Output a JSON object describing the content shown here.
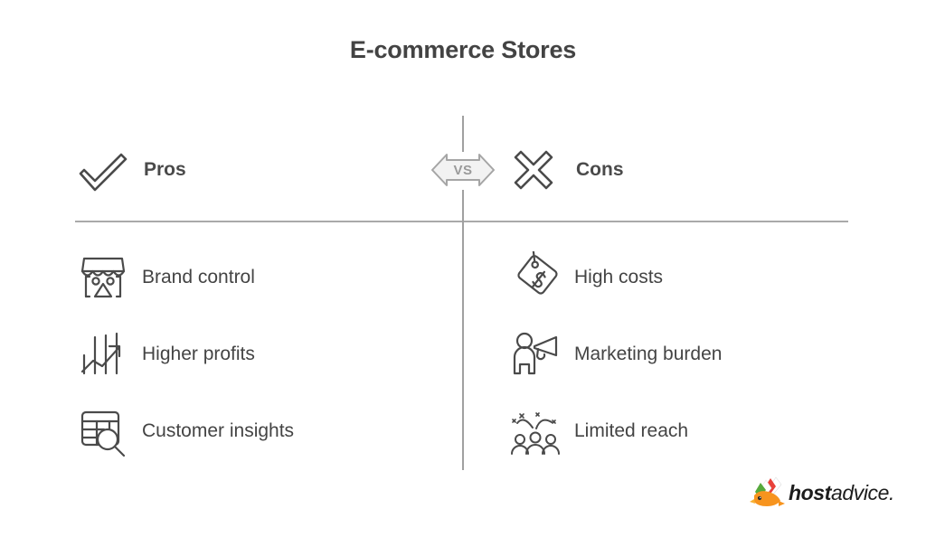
{
  "header": {
    "title": "E-commerce Stores"
  },
  "divider": {
    "badge_label": "VS",
    "line_color": "#a9a9a9"
  },
  "columns": {
    "pros": {
      "heading": "Pros",
      "heading_icon": "check-icon",
      "items": [
        {
          "label": "Brand control",
          "icon": "storefront-icon"
        },
        {
          "label": "Higher profits",
          "icon": "bar-chart-arrow-up-icon"
        },
        {
          "label": "Customer insights",
          "icon": "table-magnifier-icon"
        }
      ]
    },
    "cons": {
      "heading": "Cons",
      "heading_icon": "cross-icon",
      "items": [
        {
          "label": "High costs",
          "icon": "price-tag-dollar-icon"
        },
        {
          "label": "Marketing burden",
          "icon": "person-megaphone-icon"
        },
        {
          "label": "Limited reach",
          "icon": "crowd-confetti-icon"
        }
      ]
    }
  },
  "branding": {
    "logo_icon": "hostadvice-bird-logo",
    "name_bold": "host",
    "name_regular": "advice."
  },
  "theme": {
    "background": "#ffffff",
    "title_color": "#434343",
    "heading_color": "#4a4a4a",
    "label_color": "#444444",
    "icon_stroke": "#4a4a4a",
    "divider_color": "#a9a9a9",
    "badge_fill": "#f2f2f2",
    "badge_stroke": "#a5a5a5",
    "badge_text_color": "#9a9a9a",
    "logo_orange": "#f7941e",
    "logo_red": "#e8413a",
    "logo_green": "#56a93c",
    "logo_white": "#ffffff"
  }
}
